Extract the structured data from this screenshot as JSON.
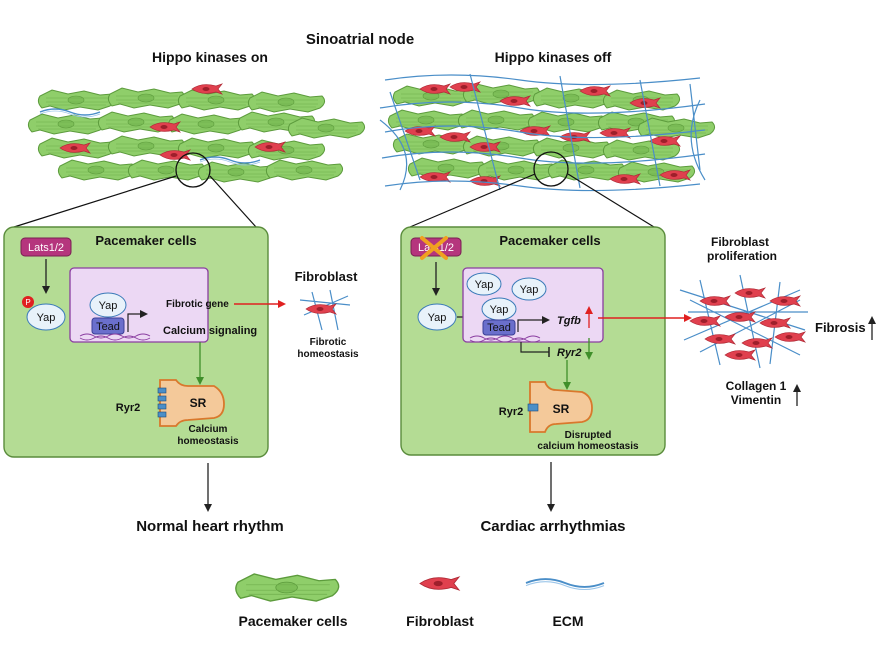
{
  "title": "Sinoatrial node",
  "left": {
    "heading": "Hippo kinases on",
    "box_title": "Pacemaker cells",
    "lats_label": "Lats1/2",
    "phospho_label": "P",
    "yap_label": "Yap",
    "yap_nuclear_label": "Yap",
    "tead_label": "Tead",
    "fibrotic_gene_label": "Fibrotic gene",
    "calcium_signaling_label": "Calcium signaling",
    "ryr2_label": "Ryr2",
    "sr_label": "SR",
    "calcium_homeostasis_label_1": "Calcium",
    "calcium_homeostasis_label_2": "homeostasis",
    "fibroblast_label": "Fibroblast",
    "fibrotic_homeostasis_label_1": "Fibrotic",
    "fibrotic_homeostasis_label_2": "homeostasis",
    "outcome": "Normal heart rhythm"
  },
  "right": {
    "heading": "Hippo kinases off",
    "box_title": "Pacemaker cells",
    "lats_label": "Lats1/2",
    "yap_label": "Yap",
    "yap_nuclear_labels": [
      "Yap",
      "Yap",
      "Yap"
    ],
    "tead_label": "Tead",
    "tgfb_label": "Tgfb",
    "ryr2_gene_label": "Ryr2",
    "ryr2_label": "Ryr2",
    "sr_label": "SR",
    "disrupted_label_1": "Disrupted",
    "disrupted_label_2": "calcium homeostasis",
    "proliferation_label_1": "Fibroblast",
    "proliferation_label_2": "proliferation",
    "fibrosis_label": "Fibrosis",
    "collagen_label": "Collagen 1",
    "vimentin_label": "Vimentin",
    "outcome": "Cardiac arrhythmias"
  },
  "legend": {
    "items": [
      {
        "label": "Pacemaker cells",
        "icon": "pacemaker-cell-icon"
      },
      {
        "label": "Fibroblast",
        "icon": "fibroblast-icon"
      },
      {
        "label": "ECM",
        "icon": "ecm-fiber-icon"
      }
    ]
  },
  "colors": {
    "cell_green": "#8fce6a",
    "cell_stroke": "#5c9b3c",
    "panel_fill": "#b4dc94",
    "panel_stroke": "#5a8c3c",
    "nucleus_fill": "#ecd8f4",
    "nucleus_stroke": "#8a3da0",
    "lats_fill": "#b5357d",
    "tead_fill": "#6a6fcc",
    "sr_fill": "#f4c99a",
    "sr_stroke": "#d9782c",
    "fibroblast_red": "#e0404e",
    "ecm_blue": "#4a8ec8",
    "arrow_black": "#222222",
    "arrow_green": "#3f8f2a",
    "arrow_red": "#e02020"
  }
}
